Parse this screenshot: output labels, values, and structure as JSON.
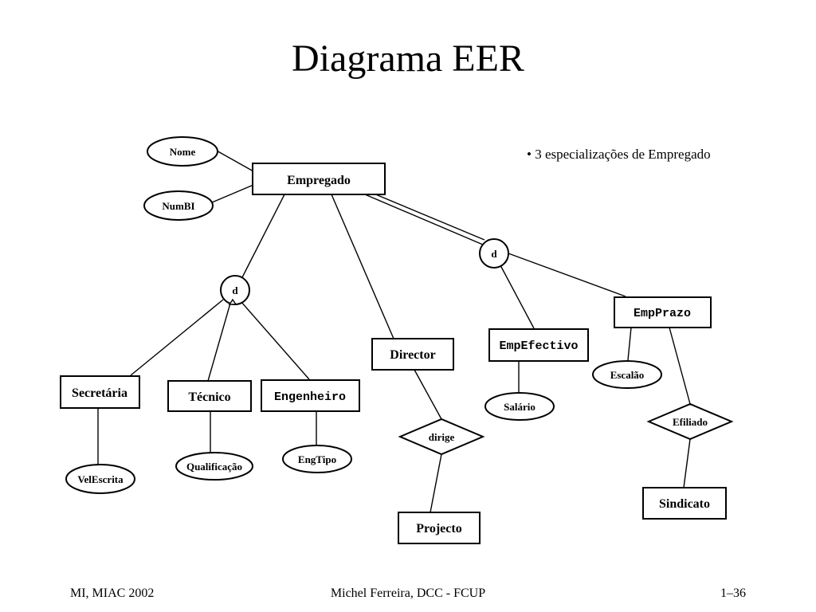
{
  "slide": {
    "title": "Diagrama EER",
    "bullet": "• 3 especializações de Empregado"
  },
  "entities": {
    "empregado": "Empregado",
    "secretaria": "Secretária",
    "tecnico": "Técnico",
    "engenheiro": "Engenheiro",
    "director": "Director",
    "projecto": "Projecto",
    "empefectivo": "EmpEfectivo",
    "empprazo": "EmpPrazo",
    "sindicato": "Sindicato"
  },
  "attributes": {
    "nome": "Nome",
    "numbi": "NumBI",
    "velescrita": "VelEscrita",
    "qualificacao": "Qualificação",
    "engtipo": "EngTipo",
    "salario": "Salário",
    "escalao": "Escalão"
  },
  "relationships": {
    "dirige": "dirige",
    "efiliado": "Efiliado"
  },
  "specializations": {
    "left": "d",
    "right": "d"
  },
  "footer": {
    "left": "MI, MIAC 2002",
    "center": "Michel Ferreira, DCC - FCUP",
    "right": "1–36"
  }
}
